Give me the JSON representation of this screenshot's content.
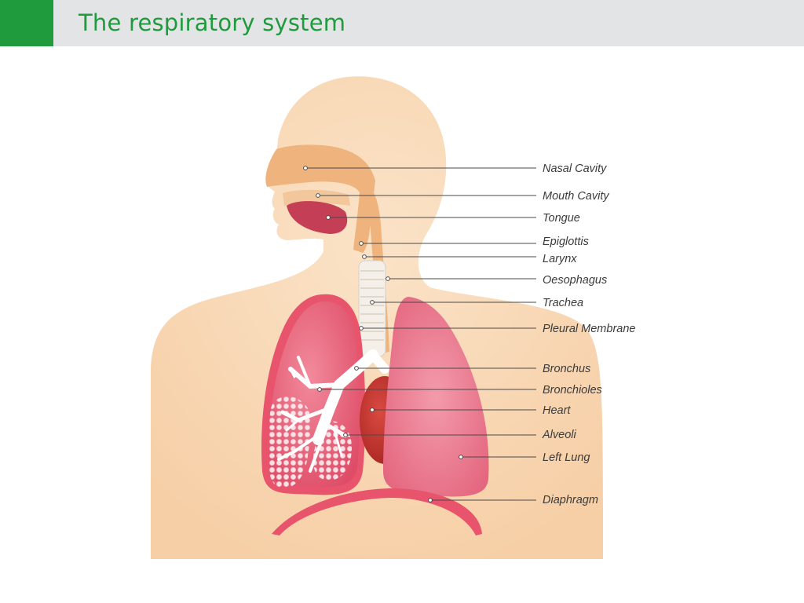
{
  "slide": {
    "title": "The respiratory system",
    "accent_color": "#1f9a3c",
    "bar_color": "#e3e4e5"
  },
  "diagram": {
    "labels": {
      "nasal_cavity": "Nasal Cavity",
      "mouth_cavity": "Mouth Cavity",
      "tongue": "Tongue",
      "epiglottis": "Epiglottis",
      "larynx": "Larynx",
      "oesophagus": "Oesophagus",
      "trachea": "Trachea",
      "pleural_membrane": "Pleural Membrane",
      "bronchus": "Bronchus",
      "bronchioles": "Bronchioles",
      "heart": "Heart",
      "alveoli": "Alveoli",
      "left_lung": "Left Lung",
      "diaphragm": "Diaphragm"
    },
    "colors": {
      "skin": "#f9d7b3",
      "airway": "#efb37d",
      "lung": "#e8546c",
      "lung_inner": "#ee8a9a",
      "heart": "#c8302c",
      "trachea": "#f4efe8",
      "tongue": "#c43f56"
    }
  }
}
